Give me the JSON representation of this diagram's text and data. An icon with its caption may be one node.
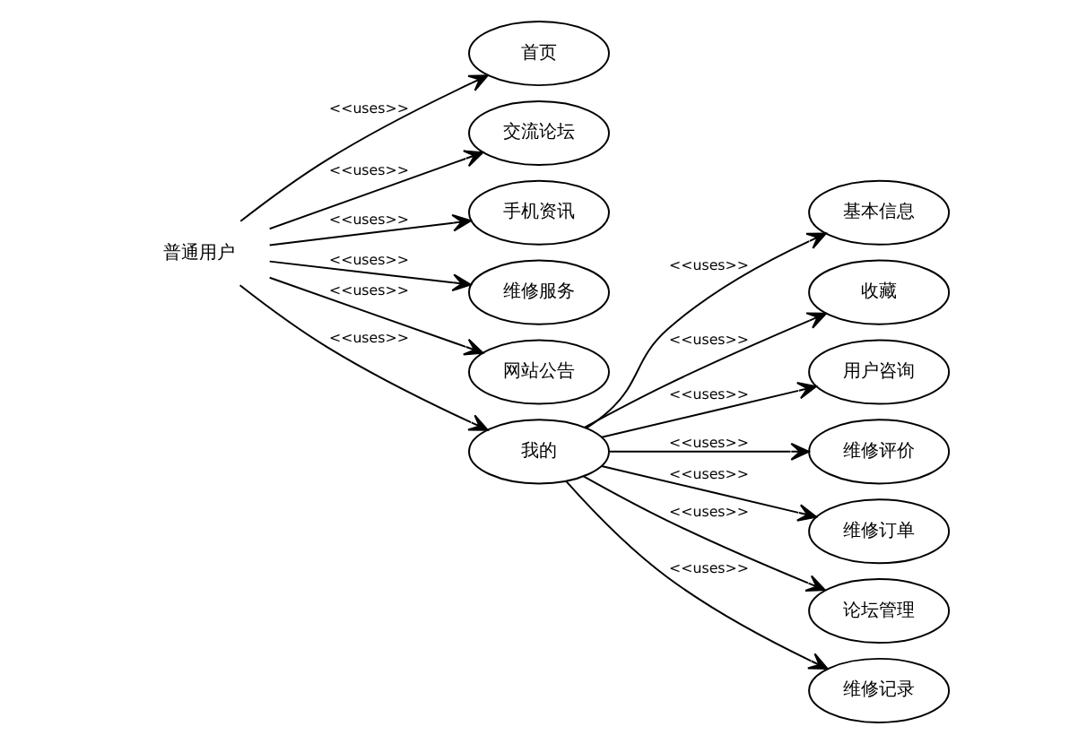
{
  "diagram": {
    "nodes": [
      {
        "text": [
          "普通用户"
        ]
      },
      {
        "text": [
          "首页"
        ]
      },
      {
        "text": [
          "交流论坛"
        ]
      },
      {
        "text": [
          "手机资讯"
        ]
      },
      {
        "text": [
          "维修服务"
        ]
      },
      {
        "text": [
          "网站公告"
        ]
      },
      {
        "text": [
          "我的"
        ]
      },
      {
        "text": [
          "基本信息"
        ]
      },
      {
        "text": [
          "收藏"
        ]
      },
      {
        "text": [
          "用户咨询"
        ]
      },
      {
        "text": [
          "维修评价"
        ]
      },
      {
        "text": [
          "维修订单"
        ]
      },
      {
        "text": [
          "论坛管理"
        ]
      },
      {
        "text": [
          "维修记录"
        ]
      }
    ],
    "edges": [
      {
        "from": 0,
        "to": 1,
        "arrow": "to",
        "label": "<<uses>>"
      },
      {
        "from": 0,
        "to": 2,
        "arrow": "to",
        "label": "<<uses>>"
      },
      {
        "from": 0,
        "to": 3,
        "arrow": "to",
        "label": "<<uses>>"
      },
      {
        "from": 0,
        "to": 4,
        "arrow": "to",
        "label": "<<uses>>"
      },
      {
        "from": 0,
        "to": 5,
        "arrow": "to",
        "label": "<<uses>>"
      },
      {
        "from": 0,
        "to": 6,
        "arrow": "to",
        "label": "<<uses>>"
      },
      {
        "from": 6,
        "to": 7,
        "arrow": "to",
        "label": "<<uses>>"
      },
      {
        "from": 6,
        "to": 8,
        "arrow": "to",
        "label": "<<uses>>"
      },
      {
        "from": 6,
        "to": 9,
        "arrow": "to",
        "label": "<<uses>>"
      },
      {
        "from": 6,
        "to": 10,
        "arrow": "to",
        "label": "<<uses>>"
      },
      {
        "from": 6,
        "to": 11,
        "arrow": "to",
        "label": "<<uses>>"
      },
      {
        "from": 6,
        "to": 12,
        "arrow": "to",
        "label": "<<uses>>"
      },
      {
        "from": 6,
        "to": 13,
        "arrow": "to",
        "label": "<<uses>>"
      }
    ]
  }
}
